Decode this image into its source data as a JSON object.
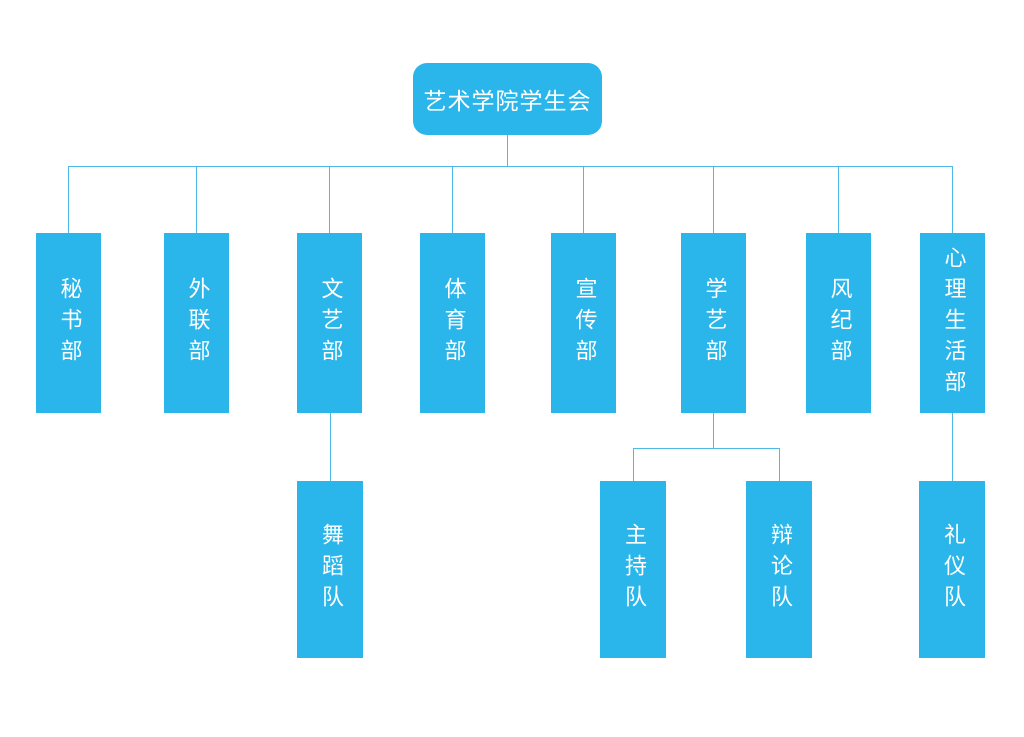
{
  "chart": {
    "root": {
      "label": "艺术学院学生会"
    },
    "departments": [
      {
        "label": "秘书部"
      },
      {
        "label": "外联部"
      },
      {
        "label": "文艺部"
      },
      {
        "label": "体育部"
      },
      {
        "label": "宣传部"
      },
      {
        "label": "学艺部"
      },
      {
        "label": "风纪部"
      },
      {
        "label": "心理生活部"
      }
    ],
    "teams": [
      {
        "label": "舞蹈队",
        "parent": "文艺部"
      },
      {
        "label": "主持队",
        "parent": "学艺部"
      },
      {
        "label": "辩论队",
        "parent": "学艺部"
      },
      {
        "label": "礼仪队",
        "parent": "心理生活部"
      }
    ],
    "colors": {
      "node_fill": "#2ab6ea",
      "connector": "#4db9e6",
      "text": "#ffffff",
      "background": "#ffffff"
    }
  }
}
